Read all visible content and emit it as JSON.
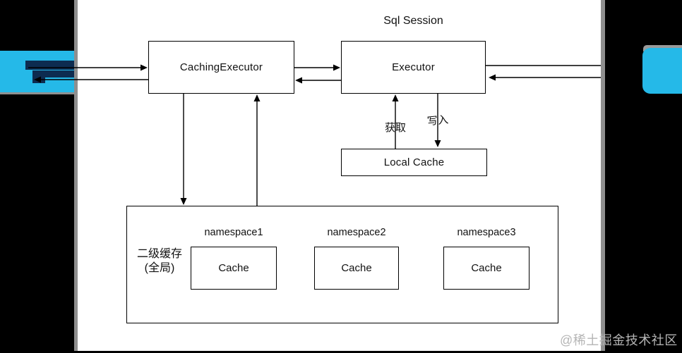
{
  "title": "Sql Session",
  "boxes": {
    "caching_executor": "CachingExecutor",
    "executor": "Executor",
    "local_cache": "Local Cache"
  },
  "edge_labels": {
    "get": "获取",
    "write": "写入"
  },
  "l2_cache": {
    "label_line1": "二级缓存",
    "label_line2": "(全局)",
    "namespaces": [
      {
        "name": "namespace1",
        "cache": "Cache"
      },
      {
        "name": "namespace2",
        "cache": "Cache"
      },
      {
        "name": "namespace3",
        "cache": "Cache"
      }
    ]
  },
  "watermark": "@稀土掘金技术社区",
  "colors": {
    "logo_cyan": "#25b9e8",
    "logo_navy": "#0d2c50",
    "frame_border_grey": "#8f8f8f",
    "line_black": "#000000",
    "canvas_white": "#ffffff"
  }
}
